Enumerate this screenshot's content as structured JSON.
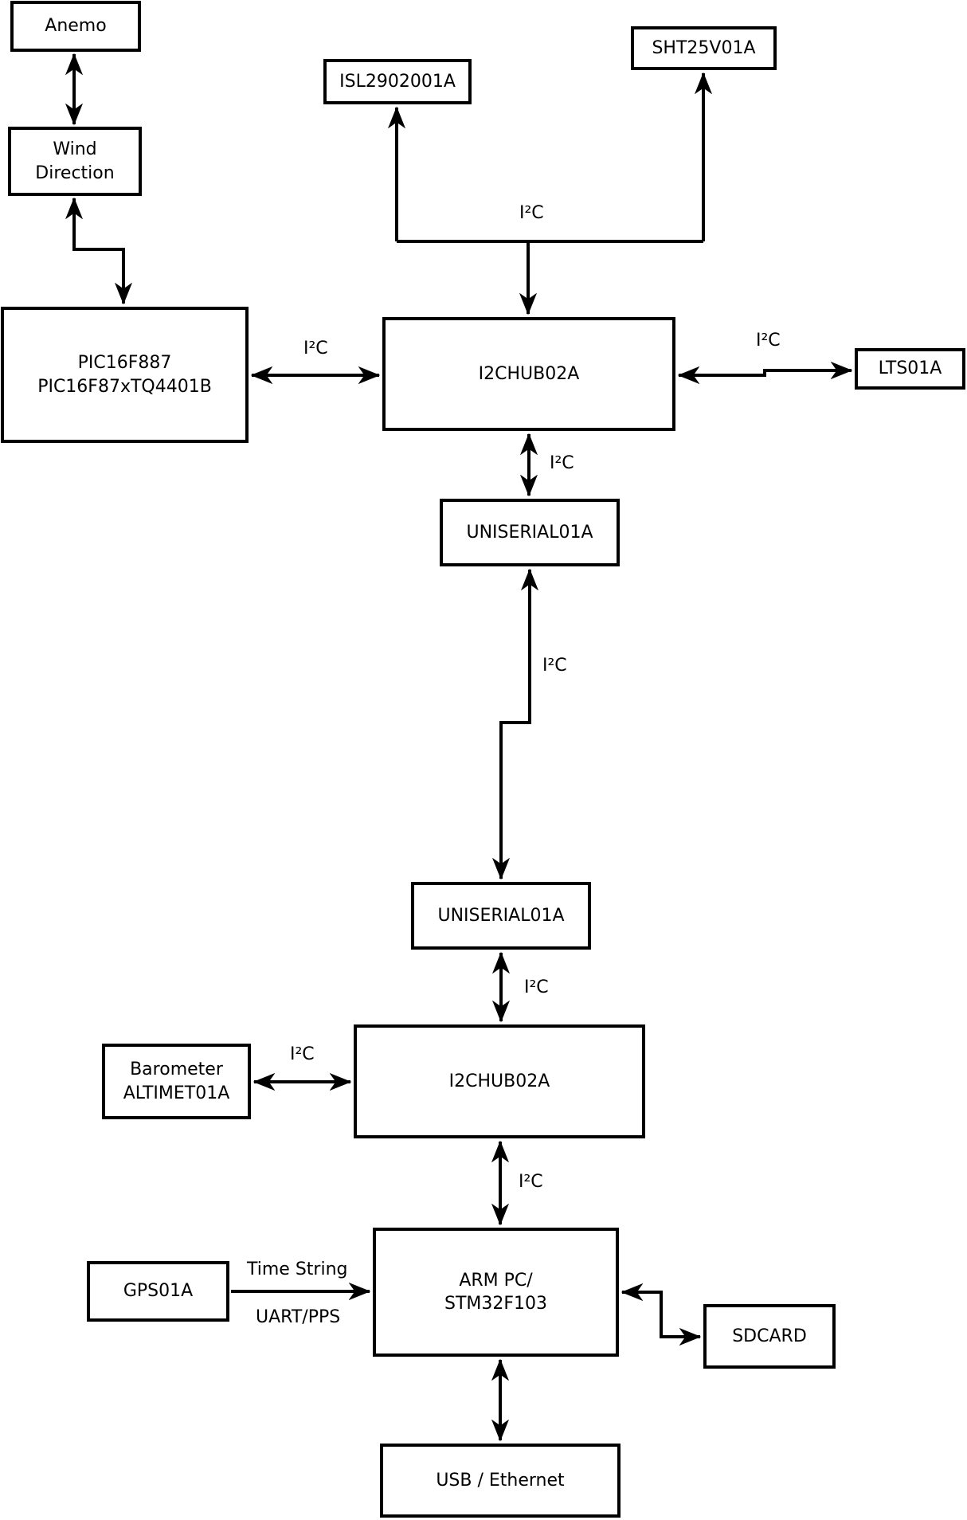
{
  "diagram": {
    "background_color": "#ffffff",
    "line_color": "#000000"
  },
  "nodes": {
    "anemo": "Anemo",
    "wind_direction": "Wind\nDirection",
    "pic": "PIC16F887\nPIC16F87xTQ4401B",
    "isl": "ISL2902001A",
    "sht": "SHT25V01A",
    "hub_top": "I2CHUB02A",
    "lts": "LTS01A",
    "uniserial_top": "UNISERIAL01A",
    "uniserial_bottom": "UNISERIAL01A",
    "hub_bottom": "I2CHUB02A",
    "barometer": "Barometer\nALTIMET01A",
    "gps": "GPS01A",
    "arm": "ARM PC/\nSTM32F103",
    "sdcard": "SDCARD",
    "usb": "USB / Ethernet"
  },
  "edge_labels": {
    "i2c": "I²C",
    "time_string": "Time String",
    "uart_pps": "UART/PPS"
  }
}
